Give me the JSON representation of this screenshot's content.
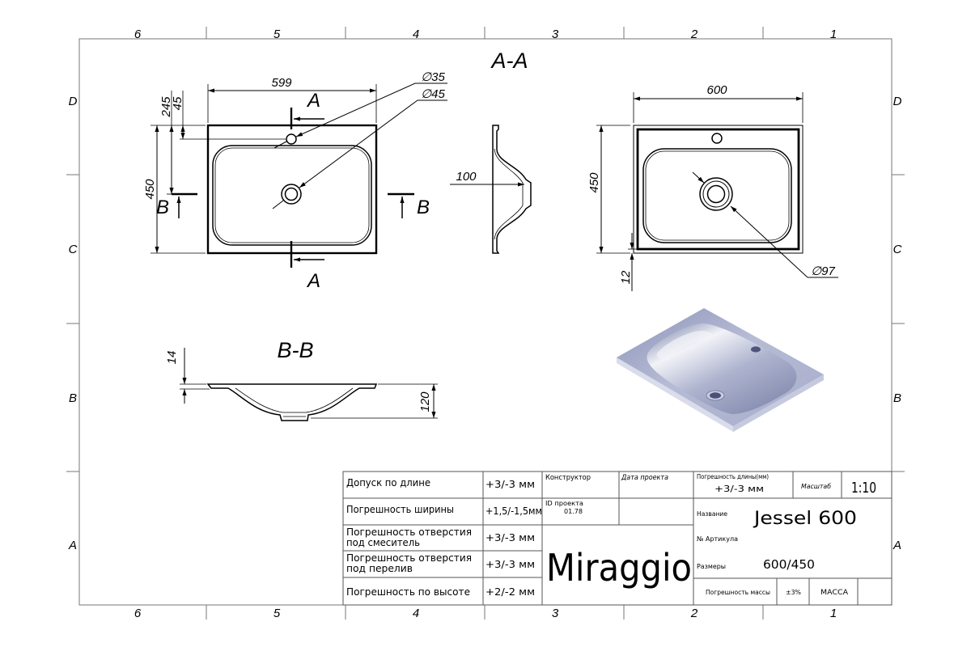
{
  "drawing": {
    "frame": {
      "columns": [
        "6",
        "5",
        "4",
        "3",
        "2",
        "1"
      ],
      "rows": [
        "D",
        "C",
        "B",
        "A"
      ]
    },
    "section_labels": {
      "aa_title": "A-A",
      "bb_title": "B-B",
      "cut_a": "A",
      "cut_b": "B"
    },
    "plan_left": {
      "width": "599",
      "height": "450",
      "drain_offset": "245",
      "faucet_offset": "45",
      "faucet_hole": "∅35",
      "drain": "∅45"
    },
    "side_section": {
      "depth": "100"
    },
    "plan_right": {
      "width": "600",
      "height": "450",
      "rim": "12",
      "drain_flange": "∅97"
    },
    "section_bb": {
      "rim_thickness": "14",
      "height": "120"
    }
  },
  "title_block": {
    "tolerances": [
      {
        "label_lines": [
          "Допуск по длине"
        ],
        "value": "+3/-3 мм"
      },
      {
        "label_lines": [
          "Погрешность ширины"
        ],
        "value": "+1,5/-1,5мм"
      },
      {
        "label_lines": [
          "Погрешность отверстия",
          "под смеситель"
        ],
        "value": "+3/-3 мм"
      },
      {
        "label_lines": [
          "Погрешность отверстия",
          "под перелив"
        ],
        "value": "+3/-3 мм"
      },
      {
        "label_lines": [
          "Погрешность по высоте"
        ],
        "value": "+2/-2 мм"
      }
    ],
    "designer_label": "Конструктор",
    "project_date_label": "Дата проекта",
    "project_id_label": "ID проекта",
    "project_id": "01.78",
    "brand": "Miraggio",
    "length_tolerance_label": "Погрешность длины(мм)",
    "length_tolerance": "+3/-3 мм",
    "scale_label": "Масштаб",
    "scale": "1:10",
    "name_label": "Название",
    "name": "Jessel 600",
    "article_label": "№ Артикула",
    "size_label": "Размеры",
    "size": "600/450",
    "mass_tolerance_label": "Погрешность массы",
    "mass_tolerance": "±3%",
    "mass_label": "МАССА"
  },
  "colors": {
    "line": "#000000",
    "render_surface": "#b3b9d3",
    "render_shadow": "#8289ad",
    "render_highlight": "#f2f3f8"
  }
}
